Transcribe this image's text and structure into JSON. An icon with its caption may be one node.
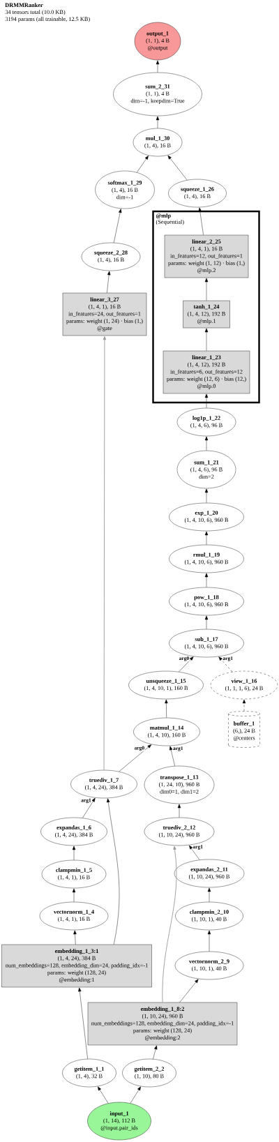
{
  "diagram": {
    "title": "DRMMRanker",
    "nodes": [
      {
        "text": [
          "output_1",
          "(1, 1), 4 B",
          "@output"
        ]
      },
      {
        "text": [
          "sum_2_31",
          "(1, 1), 4 B",
          "dim=-1, keepdim=True"
        ]
      },
      {
        "text": [
          "mul_1_30",
          "(1, 4), 16 B"
        ]
      },
      {
        "text": [
          "softmax_1_29",
          "(1, 4), 16 B",
          "dim=-1"
        ]
      },
      {
        "text": [
          "squeeze_1_26",
          "(1, 4), 16 B"
        ]
      },
      {
        "text": [
          "@mlp",
          "(Sequential)"
        ]
      },
      {
        "text": [
          "linear_2_25",
          "(1, 4, 1), 16 B",
          "in_features=12, out_features=1",
          "params: weight (1, 12) · bias (1,)",
          "@mlp.2"
        ],
        "in": 5
      },
      {
        "text": [
          "tanh_1_24",
          "(1, 4, 12), 192 B",
          "@mlp.1"
        ],
        "in": 5
      },
      {
        "text": [
          "linear_1_23",
          "(1, 4, 12), 192 B",
          "in_features=6, out_features=12",
          "params: weight (12, 6) · bias (12,)",
          "@mlp.0"
        ],
        "in": 5
      },
      {
        "text": [
          "squeeze_2_28",
          "(1, 4), 16 B"
        ]
      },
      {
        "text": [
          "linear_3_27",
          "(1, 4, 1), 16 B",
          "in_features=24, out_features=1",
          "params: weight (1, 24) · bias (1,)",
          "@gate"
        ]
      },
      {
        "text": [
          "log1p_1_22",
          "(1, 4, 6), 96 B"
        ]
      },
      {
        "text": [
          "sum_1_21",
          "(1, 4, 6), 96 B",
          "dim=2"
        ]
      },
      {
        "text": [
          "exp_1_20",
          "(1, 4, 10, 6), 960 B"
        ]
      },
      {
        "text": [
          "rmul_1_19",
          "(1, 4, 10, 6), 960 B"
        ]
      },
      {
        "text": [
          "pow_1_18",
          "(1, 4, 10, 6), 960 B"
        ]
      },
      {
        "text": [
          "sub_1_17",
          "(1, 4, 10, 6), 960 B"
        ]
      },
      {
        "text": [
          "unsqueeze_1_15",
          "(1, 4, 10, 1), 160 B"
        ]
      },
      {
        "text": [
          "view_1_16",
          "(1, 1, 1, 6), 24 B"
        ]
      },
      {
        "text": [
          "buffer_1",
          "(6,), 24 B",
          "@centers"
        ]
      },
      {
        "text": [
          "matmul_1_14",
          "(1, 4, 10), 160 B"
        ]
      },
      {
        "text": [
          "truediv_1_7",
          "(1, 4, 24), 384 B"
        ]
      },
      {
        "text": [
          "transpose_1_13",
          "(1, 24, 10), 960 B",
          "dim0=1, dim1=2"
        ]
      },
      {
        "text": [
          "expandas_1_6",
          "(1, 4, 24), 384 B"
        ]
      },
      {
        "text": [
          "truediv_2_12",
          "(1, 10, 24), 960 B"
        ]
      },
      {
        "text": [
          "clampmin_1_5",
          "(1, 4, 1), 16 B"
        ]
      },
      {
        "text": [
          "expandas_2_11",
          "(1, 10, 24), 960 B"
        ]
      },
      {
        "text": [
          "vectornorm_1_4",
          "(1, 4, 1), 16 B"
        ]
      },
      {
        "text": [
          "clampmin_2_10",
          "(1, 10, 1), 40 B"
        ]
      },
      {
        "text": [
          "embedding_1_3:1",
          "(1, 4, 24), 384 B",
          "num_embeddings=128, embedding_dim=24, padding_idx=-1",
          "params: weight (128, 24)",
          "@embedding:1"
        ]
      },
      {
        "text": [
          "vectornorm_2_9",
          "(1, 10, 1), 40 B"
        ]
      },
      {
        "text": [
          "embedding_1_8:2",
          "(1, 10, 24), 960 B",
          "num_embeddings=128, embedding_dim=24, padding_idx=-1",
          "params: weight (128, 24)",
          "@embedding:2"
        ]
      },
      {
        "text": [
          "getitem_1_1",
          "(1, 4), 32 B"
        ]
      },
      {
        "text": [
          "getitem_2_2",
          "(1, 10), 80 B"
        ]
      },
      {
        "text": [
          "input_1",
          "(1, 14), 112 B",
          "@input.pair_ids"
        ]
      }
    ],
    "edges": [
      {
        "from": 34,
        "to": 32,
        "arrow": "to"
      },
      {
        "from": 34,
        "to": 33,
        "arrow": "to"
      },
      {
        "from": 32,
        "to": 29,
        "arrow": "to"
      },
      {
        "from": 33,
        "to": 31,
        "arrow": "to"
      },
      {
        "from": 29,
        "to": 27,
        "arrow": "to"
      },
      {
        "from": 29,
        "to": 21,
        "arrow": "to"
      },
      {
        "from": 27,
        "to": 25,
        "arrow": "to"
      },
      {
        "from": 25,
        "to": 23,
        "arrow": "to"
      },
      {
        "from": 23,
        "to": 21,
        "arrow": "to",
        "label": "arg1"
      },
      {
        "from": 21,
        "to": 20,
        "arrow": "to",
        "label": "arg0"
      },
      {
        "from": 21,
        "to": 10,
        "arrow": "to",
        "color": "#999999"
      },
      {
        "from": 31,
        "to": 24,
        "arrow": "to",
        "color": "#999999"
      },
      {
        "from": 31,
        "to": 30,
        "arrow": "to"
      },
      {
        "from": 30,
        "to": 28,
        "arrow": "to"
      },
      {
        "from": 28,
        "to": 26,
        "arrow": "to"
      },
      {
        "from": 26,
        "to": 24,
        "arrow": "to",
        "label": "arg1"
      },
      {
        "from": 24,
        "to": 22,
        "arrow": "to"
      },
      {
        "from": 22,
        "to": 20,
        "arrow": "to",
        "label": "arg1"
      },
      {
        "from": 20,
        "to": 17,
        "arrow": "to"
      },
      {
        "from": 17,
        "to": 16,
        "arrow": "to",
        "label": "arg0"
      },
      {
        "from": 19,
        "to": 18,
        "arrow": "to",
        "style": "dashed"
      },
      {
        "from": 18,
        "to": 16,
        "arrow": "to",
        "style": "dashed",
        "label": "arg1"
      },
      {
        "from": 16,
        "to": 15,
        "arrow": "to"
      },
      {
        "from": 15,
        "to": 14,
        "arrow": "to"
      },
      {
        "from": 14,
        "to": 13,
        "arrow": "to"
      },
      {
        "from": 13,
        "to": 12,
        "arrow": "to"
      },
      {
        "from": 12,
        "to": 11,
        "arrow": "to"
      },
      {
        "from": 11,
        "to": 8,
        "arrow": "to"
      },
      {
        "from": 8,
        "to": 7,
        "arrow": "to"
      },
      {
        "from": 7,
        "to": 6,
        "arrow": "to"
      },
      {
        "from": 6,
        "to": 4,
        "arrow": "to"
      },
      {
        "from": 4,
        "to": 2,
        "arrow": "to"
      },
      {
        "from": 10,
        "to": 9,
        "arrow": "to"
      },
      {
        "from": 9,
        "to": 3,
        "arrow": "to"
      },
      {
        "from": 3,
        "to": 2,
        "arrow": "to"
      },
      {
        "from": 2,
        "to": 1,
        "arrow": "to"
      },
      {
        "from": 1,
        "to": 0,
        "arrow": "to"
      }
    ],
    "labels": [
      "34 tensors total (10.0 KB)",
      "3194 params (all trainable, 12.5 KB)"
    ]
  }
}
